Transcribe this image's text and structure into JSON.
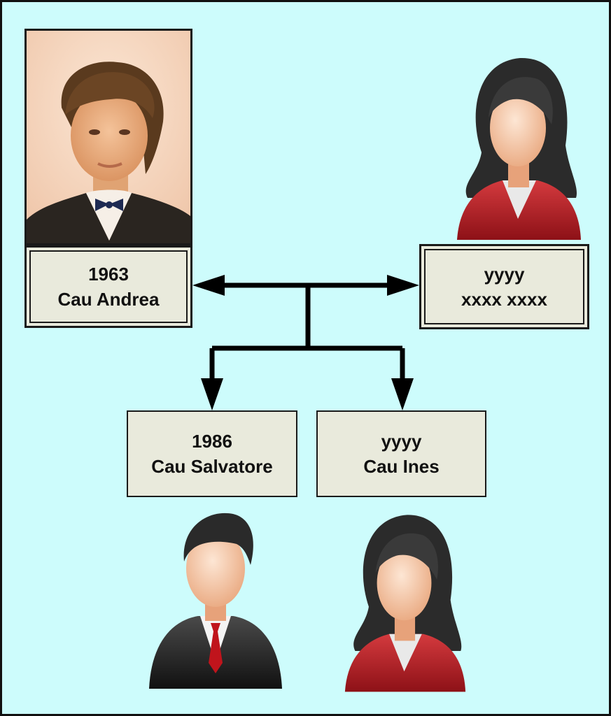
{
  "cards": {
    "andrea": {
      "year": "1963",
      "name": "Cau Andrea"
    },
    "spouse": {
      "year": "yyyy",
      "name": "xxxx xxxx"
    },
    "salvatore": {
      "year": "1986",
      "name": "Cau Salvatore"
    },
    "ines": {
      "year": "yyyy",
      "name": "Cau Ines"
    }
  },
  "icons": {
    "photo": "boy-portrait-photo",
    "spouse": "female-avatar-icon",
    "salvatore": "male-avatar-icon",
    "ines": "female-avatar-icon"
  },
  "colors": {
    "background": "#cdfcfc",
    "card": "#e9eadc",
    "jacket_female": "#b01c22",
    "jacket_male": "#1e1e1e",
    "tie": "#c0141c"
  }
}
